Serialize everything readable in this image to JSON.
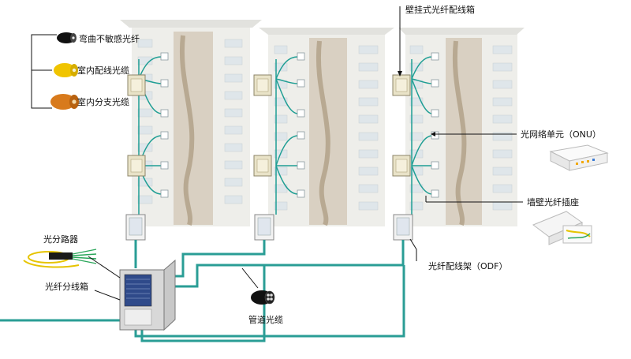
{
  "labels": {
    "bend_insensitive_fiber": "弯曲不敏感光纤",
    "indoor_distribution_cable": "室内配线光缆",
    "indoor_branch_cable": "室内分支光缆",
    "wall_mounted_box": "壁挂式光纤配线箱",
    "onu": "光网络单元（ONU）",
    "wall_socket": "墙壁光纤插座",
    "odf": "光纤配线架（ODF）",
    "splitter": "光分路器",
    "distribution_box": "光纤分线箱",
    "duct_cable": "管道光缆"
  },
  "buildings": [
    "building-1",
    "building-2",
    "building-3"
  ],
  "colors": {
    "fiber": "#1f9e94",
    "building_body": "#eeeeea",
    "building_stripe": "#c9b8a0",
    "window": "#dfe6ea",
    "box_panel": "#e9e3c8",
    "cabinet": "#d8d8d8"
  }
}
